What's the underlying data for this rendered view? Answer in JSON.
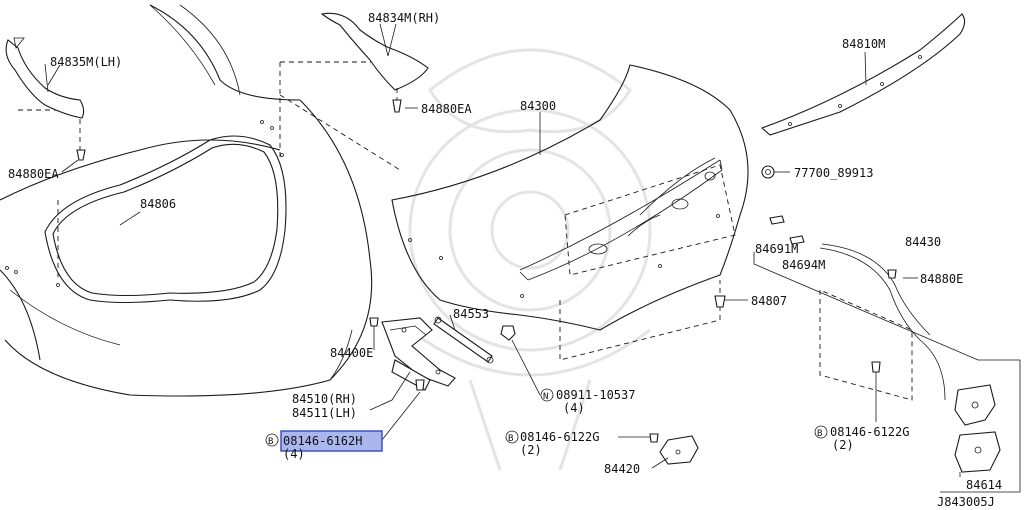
{
  "diagram": {
    "figure_id": "J843005J",
    "parts": {
      "p84835M": "84835M(LH)",
      "p84834M": "84834M(RH)",
      "p84880EA_top": "84880EA",
      "p84880EA_left": "84880EA",
      "p84806": "84806",
      "p84300": "84300",
      "p84810M": "84810M",
      "p77700": "77700_89913",
      "p84691M": "84691M",
      "p84694M": "84694M",
      "p84430": "84430",
      "p84880E": "84880E",
      "p84807": "84807",
      "p84553": "84553",
      "p84400E": "84400E",
      "p84510": "84510(RH)",
      "p84511": "84511(LH)",
      "p08911": "08911-10537",
      "p08911_qty": "(4)",
      "p08911_mark": "N",
      "p08146_6162": "08146-6162H",
      "p08146_6162_qty": "(4)",
      "p08146_6162_mark": "B",
      "p08146_6122_mid": "08146-6122G",
      "p08146_6122_mid_qty": "(2)",
      "p08146_6122_mid_mark": "B",
      "p84420": "84420",
      "p08146_6122_right": "08146-6122G",
      "p08146_6122_right_qty": "(2)",
      "p08146_6122_right_mark": "B",
      "p84614": "84614"
    },
    "highlighted_part": "08146-6162H",
    "colors": {
      "highlight_fill": "#aab6ee",
      "highlight_border": "#3848b8",
      "line": "#1a1a1a"
    }
  }
}
